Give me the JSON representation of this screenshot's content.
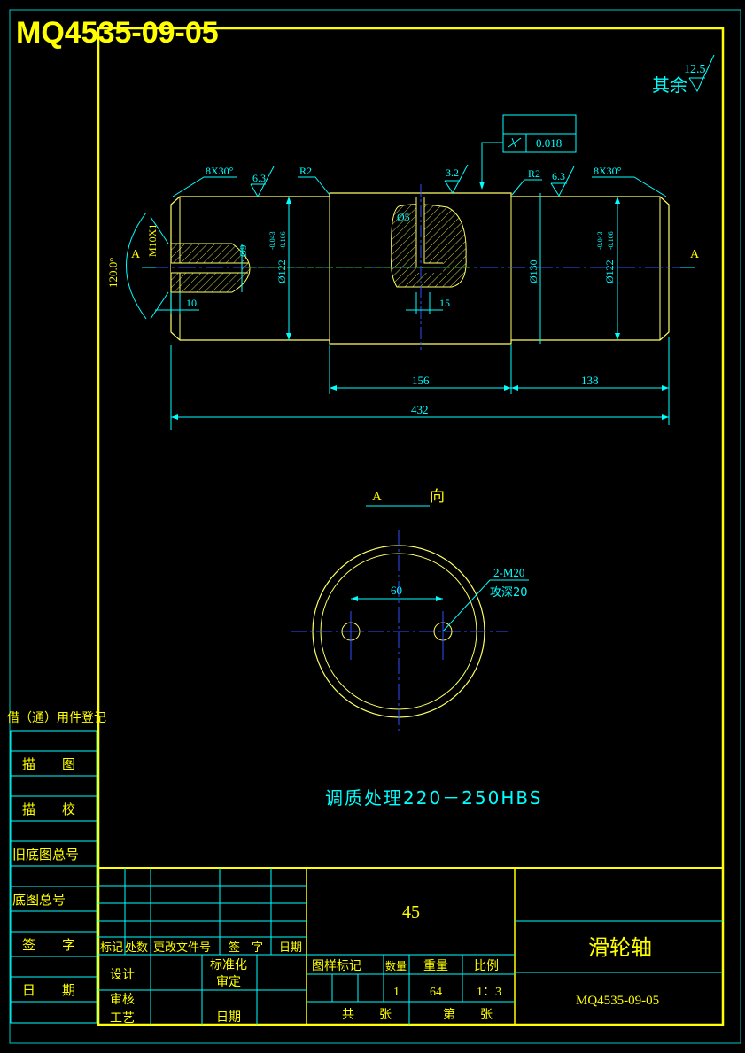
{
  "drawing": {
    "number_top": "MQ4535-09-05",
    "roughness_other": "其余",
    "roughness_value": "12.5",
    "runout_tolerance": "0.018"
  },
  "main_view": {
    "chamfer_left": "8X30°",
    "chamfer_right": "8X30°",
    "roughness_left": "6.3",
    "roughness_right": "6.3",
    "roughness_mid": "3.2",
    "radius_left": "R2",
    "radius_right": "R2",
    "thread_label": "M10X1",
    "angle": "120.0°",
    "section_a_left": "A",
    "section_a_right": "A",
    "hole_dia": "Ø9",
    "dia_left": "Ø122",
    "tol_left_upper": "-0.043",
    "tol_left_lower": "-0.106",
    "dia_mid": "Ø130",
    "dia_right": "Ø122",
    "tol_right_upper": "-0.043",
    "tol_right_lower": "-0.106",
    "dim_10": "10",
    "dim_slot_width": "Ø5",
    "dim_15": "15",
    "dim_156": "156",
    "dim_138": "138",
    "dim_432": "432"
  },
  "a_view": {
    "label_a": "A",
    "label_dir": "向",
    "dim_60": "60",
    "thread_note_1": "2-M20",
    "thread_note_2": "攻深20"
  },
  "heat_treatment": "调质处理220－250HBS",
  "side_table": {
    "header": "借（通）用件登记",
    "rows": [
      "描　　图",
      "描　　校",
      "旧底图总号",
      "底图总号",
      "签　　字",
      "日　　期"
    ]
  },
  "title_block": {
    "material": "45",
    "part_name": "滑轮轴",
    "drawing_no": "MQ4535-09-05",
    "rev_headers": [
      "标记",
      "处数",
      "更改文件号",
      "签　字",
      "日期"
    ],
    "sign_labels": [
      "设计",
      "审核",
      "工艺"
    ],
    "std_labels": [
      "标准化",
      "审定",
      "日期"
    ],
    "props_headers": [
      "图样标记",
      "数量",
      "重量",
      "比例"
    ],
    "quantity": "1",
    "weight": "64",
    "scale": "1：3",
    "sheet_total": "共　　张",
    "sheet_no": "第　　张"
  }
}
